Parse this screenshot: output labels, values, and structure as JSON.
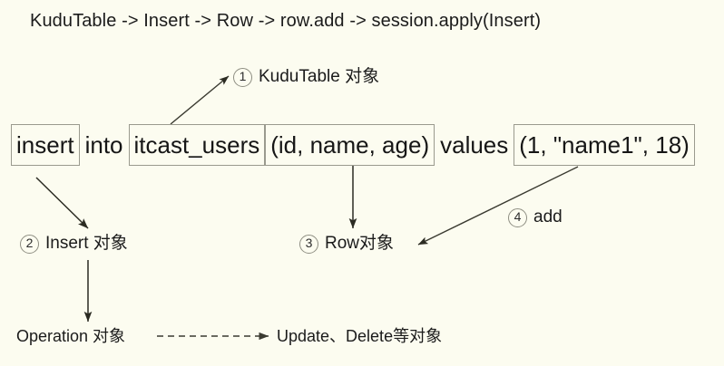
{
  "page": {
    "background_color": "#fcfcf0",
    "text_color": "#1b1b1b",
    "box_border_color": "#9a9a8e"
  },
  "title": "KuduTable -> Insert -> Row -> row.add -> session.apply(Insert)",
  "sql_statement": {
    "full_text": "insert into itcast_users (id, name, age) values (1, \"name1\", 18)",
    "tokens": [
      {
        "text": "insert",
        "boxed": true
      },
      {
        "text": "into",
        "boxed": false
      },
      {
        "text": "itcast_users",
        "boxed": true
      },
      {
        "text": "(id, name, age)",
        "boxed": true
      },
      {
        "text": "values",
        "boxed": false
      },
      {
        "text": "(1, \"name1\", 18)",
        "boxed": true
      }
    ]
  },
  "annotations": [
    {
      "number": "1",
      "label": "KuduTable 对象"
    },
    {
      "number": "2",
      "label": "Insert 对象"
    },
    {
      "number": "3",
      "label": "Row对象"
    },
    {
      "number": "4",
      "label": "add"
    }
  ],
  "bottom_row": {
    "left_label": "Operation 对象",
    "right_label": "Update、Delete等对象",
    "connector": "dashed-arrow"
  },
  "connectors": [
    {
      "name": "itcast-users-to-kudutable-note",
      "style": "solid",
      "from": "itcast_users box top",
      "to": "annotation 1"
    },
    {
      "name": "insert-to-insert-note",
      "style": "solid",
      "from": "insert box bottom",
      "to": "annotation 2"
    },
    {
      "name": "columns-to-row-note",
      "style": "solid",
      "from": "(id, name, age) box bottom",
      "to": "annotation 3"
    },
    {
      "name": "values-to-row-note",
      "style": "solid",
      "from": "(1, \"name1\", 18) box bottom",
      "to": "annotation 3 right"
    },
    {
      "name": "insert-note-to-operation",
      "style": "solid",
      "from": "annotation 2",
      "to": "Operation 对象"
    },
    {
      "name": "operation-to-update-delete",
      "style": "dashed",
      "from": "Operation 对象",
      "to": "Update、Delete等对象"
    }
  ]
}
